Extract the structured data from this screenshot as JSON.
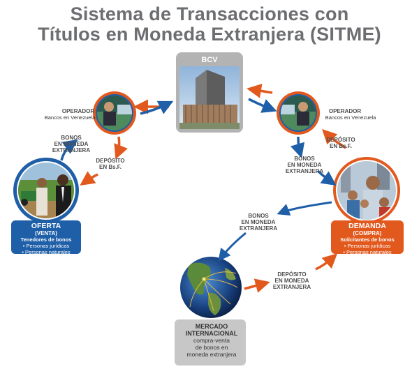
{
  "title": {
    "line1": "Sistema de Transacciones con",
    "line2": "Títulos en Moneda Extranjera (SITME)"
  },
  "bcv": {
    "label": "BCV"
  },
  "operador_left": {
    "title": "OPERADOR",
    "subtitle": "Bancos en Venezuela"
  },
  "operador_right": {
    "title": "OPERADOR",
    "subtitle": "Bancos en Venezuela"
  },
  "labels": {
    "bonos_left": "BONOS\nEN MONEDA\nEXTRANJERA",
    "deposito_left": "DEPÓSITO\nEN Bs.F.",
    "deposito_right": "DEPÓSITO\nEN Bs.F.",
    "bonos_right": "BONOS\nEN MONEDA\nEXTRANJERA",
    "bonos_center": "BONOS\nEN MONEDA\nEXTRANJERA",
    "deposito_bottom": "DEPÓSITO\nEN MONEDA\nEXTRANJERA"
  },
  "oferta": {
    "title": "OFERTA",
    "subtitle": "(VENTA)",
    "desc": "Tenedores de bonos",
    "items": [
      "• Personas jurídicas",
      "• Personas naturales"
    ]
  },
  "demanda": {
    "title": "DEMANDA",
    "subtitle": "(COMPRA)",
    "desc": "Solicitantes de bonos",
    "items": [
      "• Personas jurídicas",
      "• Personas naturales"
    ]
  },
  "mercado": {
    "title1": "MERCADO",
    "title2": "INTERNACIONAL",
    "desc1": "compra-venta",
    "desc2": "de bonos en",
    "desc3": "moneda extranjera"
  },
  "colors": {
    "blue": "#1f5fa8",
    "orange": "#e2591e",
    "gray_title": "#6d6e71",
    "gray_box": "#b3b3b3"
  }
}
